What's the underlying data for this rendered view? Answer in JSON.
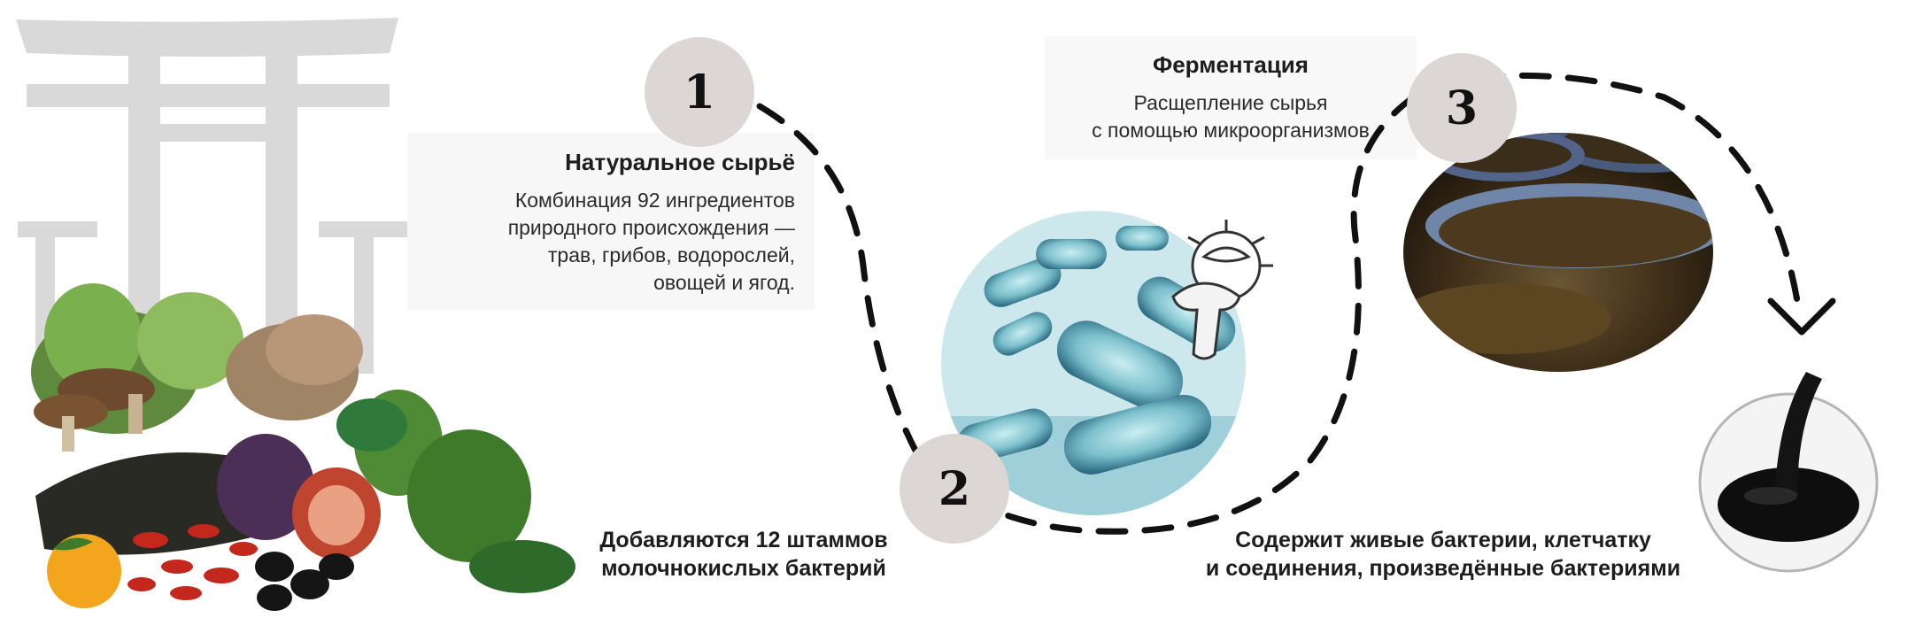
{
  "steps": [
    {
      "number": "1",
      "title": "Натуральное сырьё",
      "description": [
        "Комбинация 92 ингредиентов",
        "природного происхождения —",
        "трав, грибов, водорослей,",
        "овощей и ягод."
      ]
    },
    {
      "number": "2",
      "text": [
        "Добавляются 12 штаммов",
        "молочнокислых бактерий"
      ]
    },
    {
      "number": "3",
      "title": "Ферментация",
      "description": [
        "Расщепление сырья",
        "с помощью микроорганизмов"
      ]
    }
  ],
  "result": {
    "text": [
      "Содержит живые бактерии, клетчатку",
      "и соединения, произведённые бактериями"
    ]
  },
  "images": {
    "left": "torii-gate-with-vegetables",
    "middle": "lactic-acid-bacteria-microscopic",
    "vats": "fermentation-vats",
    "final": "dark-fermented-paste"
  },
  "colors": {
    "number_circle": "#dcd6d4",
    "dash": "#111111",
    "bacteria": "#7fc3cf"
  }
}
